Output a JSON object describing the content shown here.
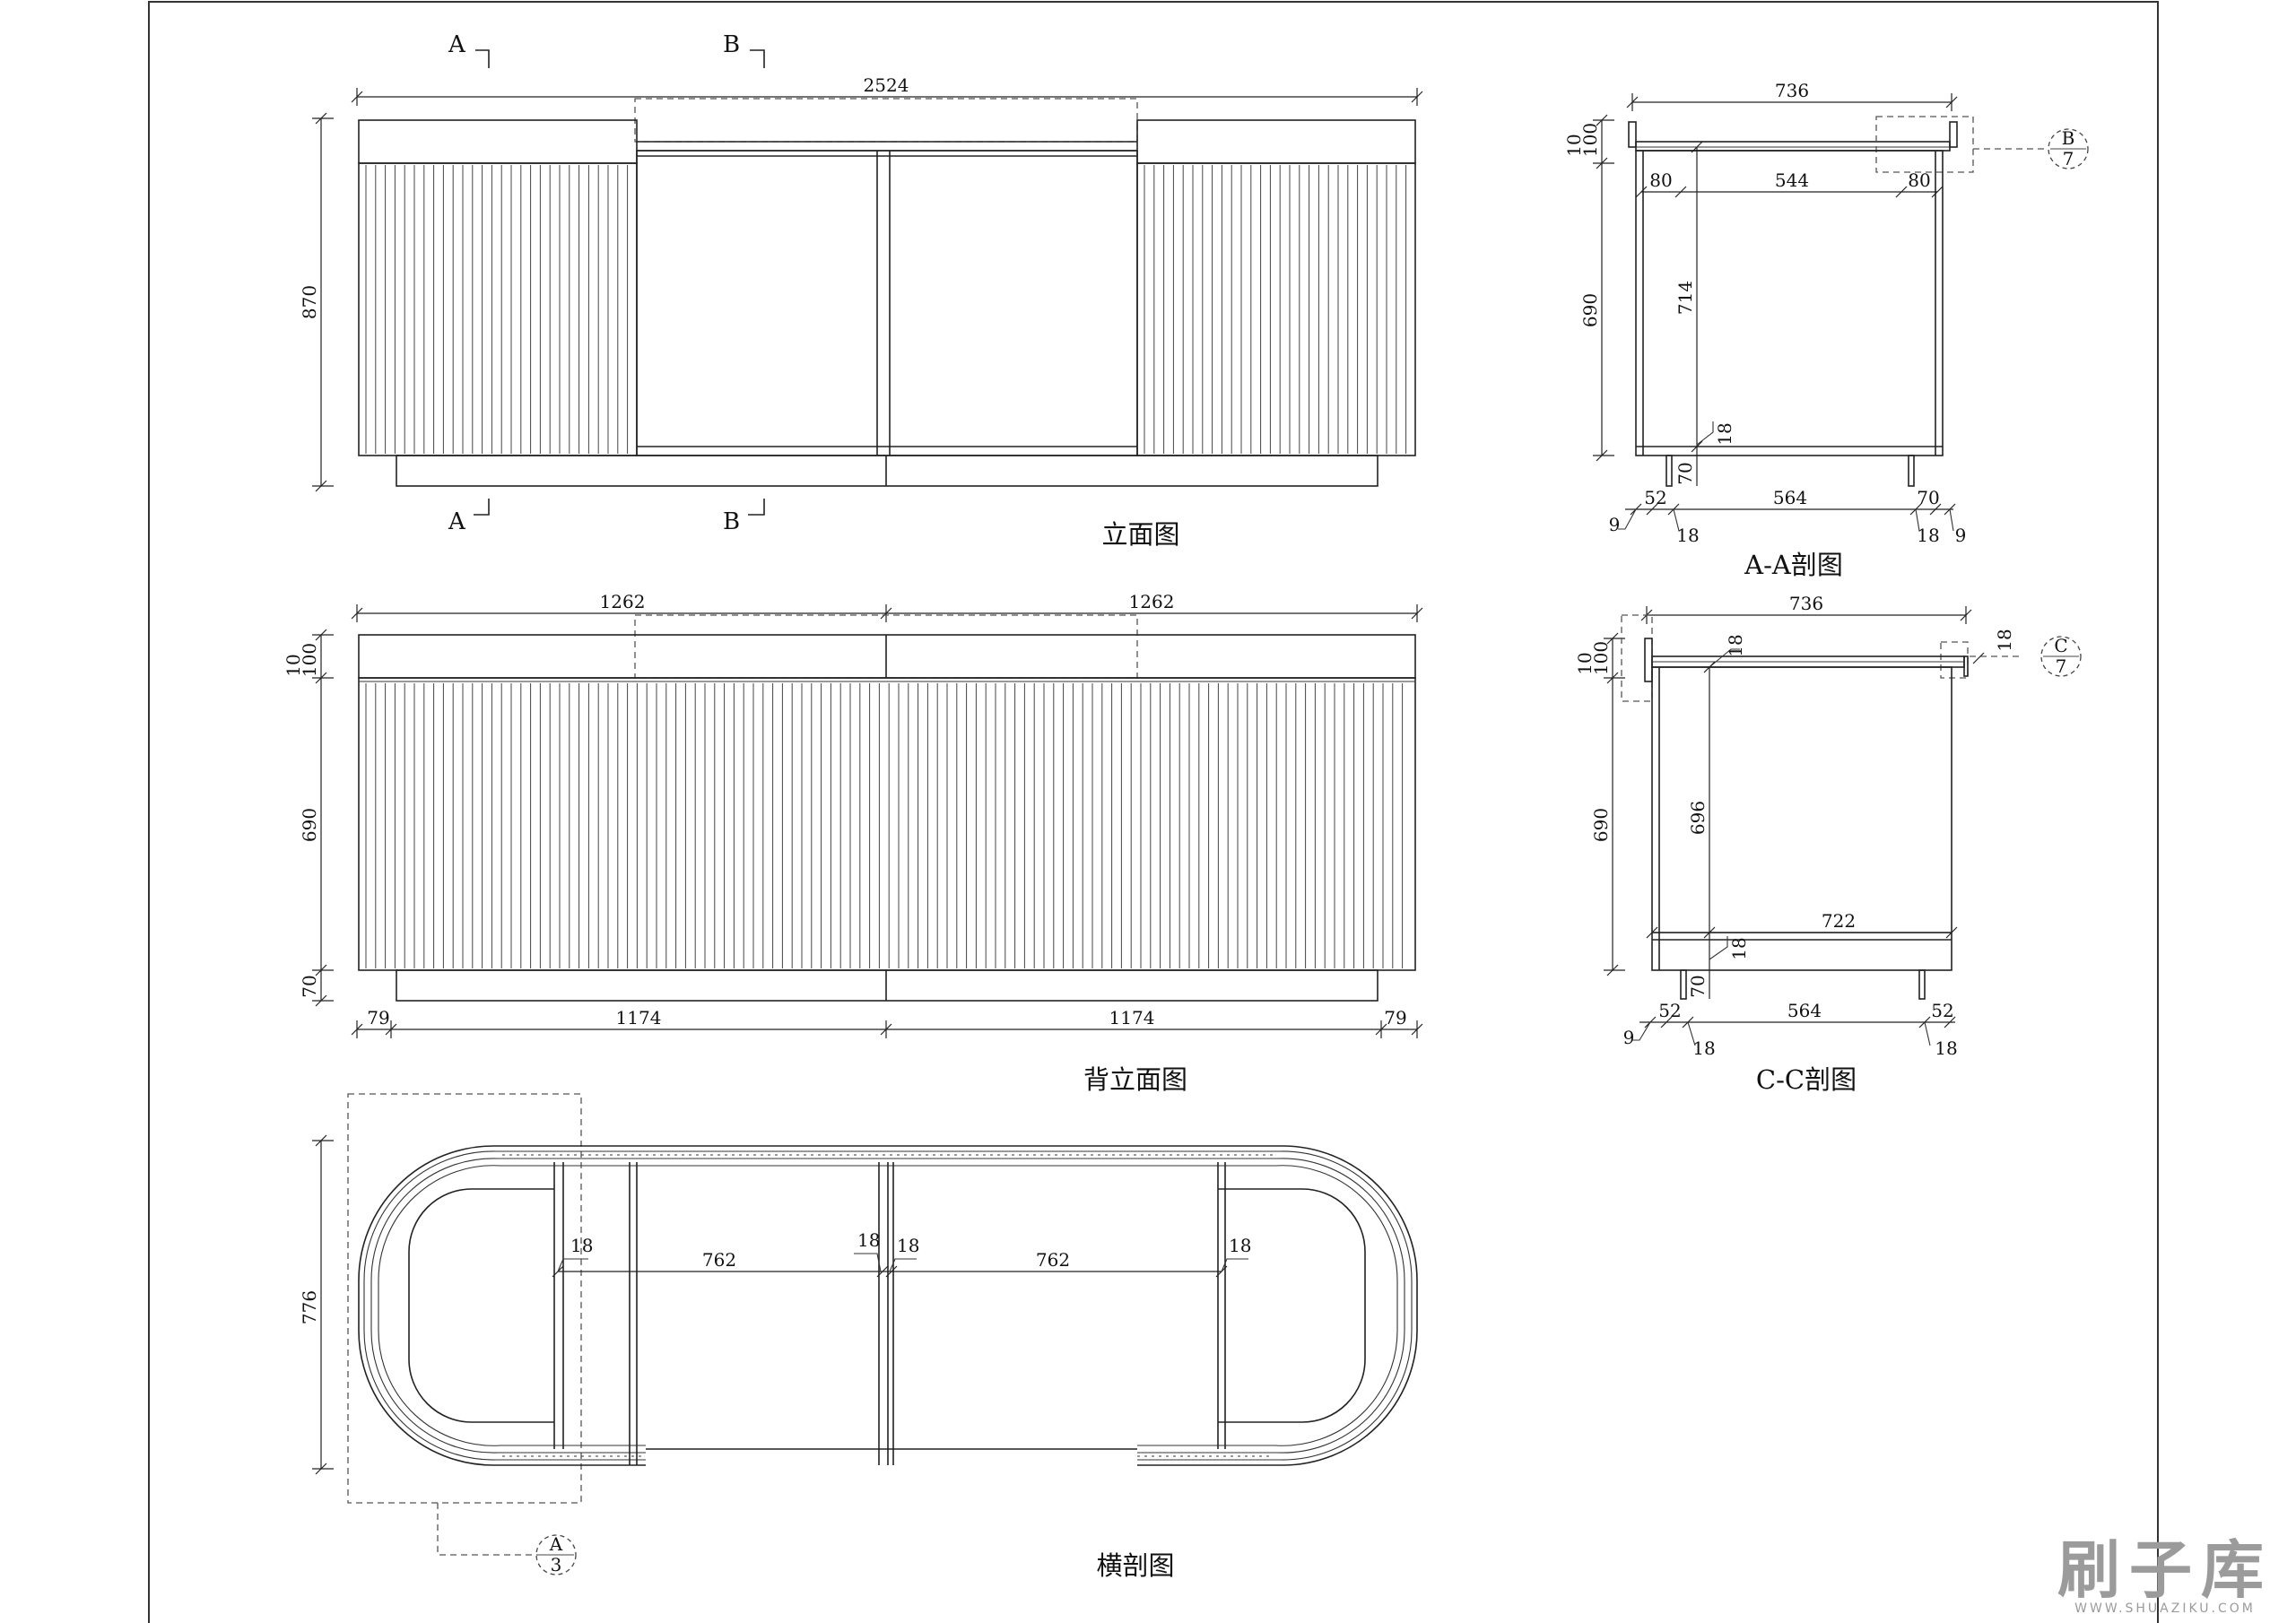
{
  "views": {
    "elevation": {
      "title": "立面图",
      "width": "2524",
      "height": "870"
    },
    "back_elevation": {
      "title": "背立面图",
      "top_half_left": "1262",
      "top_half_right": "1262",
      "h_top": "10",
      "h_board": "100",
      "h_body": "690",
      "h_base": "70",
      "bottom_edge_left": "79",
      "bottom_mid_left": "1174",
      "bottom_mid_right": "1174",
      "bottom_edge_right": "79"
    },
    "plan_section": {
      "title": "横剖图",
      "depth": "776",
      "panel_l": "18",
      "span_l": "762",
      "panel_cl": "18",
      "panel_cr": "18",
      "span_r": "762",
      "panel_r": "18"
    },
    "section_aa": {
      "title": "A-A剖图",
      "width": "736",
      "h_top": "10",
      "h_board": "100",
      "inner_l": "80",
      "inner_mid": "544",
      "inner_r": "80",
      "h_body": "690",
      "h_inner": "714",
      "shelf": "18",
      "h_leg": "70",
      "b_edge_l": "9",
      "b_l": "52",
      "b_panel_l": "18",
      "b_mid": "564",
      "b_r": "70",
      "b_panel_r": "18",
      "b_edge_r": "9"
    },
    "section_cc": {
      "title": "C-C剖图",
      "width": "736",
      "h_top": "10",
      "h_board": "100",
      "top_panel": "18",
      "side_panel": "18",
      "h_body": "690",
      "h_inner": "696",
      "inner_width": "722",
      "shelf": "18",
      "h_leg": "70",
      "b_edge_l": "9",
      "b_l": "52",
      "b_panel_l": "18",
      "b_mid": "564",
      "b_r": "52",
      "b_panel_r": "18"
    }
  },
  "cut_marks": {
    "a": "A",
    "b": "B"
  },
  "callouts": [
    {
      "letter": "B",
      "sheet": "7"
    },
    {
      "letter": "C",
      "sheet": "7"
    },
    {
      "letter": "A",
      "sheet": "3"
    }
  ],
  "watermark": {
    "main": "刷子库",
    "sub": "WWW.SHUAZIKU.COM"
  }
}
